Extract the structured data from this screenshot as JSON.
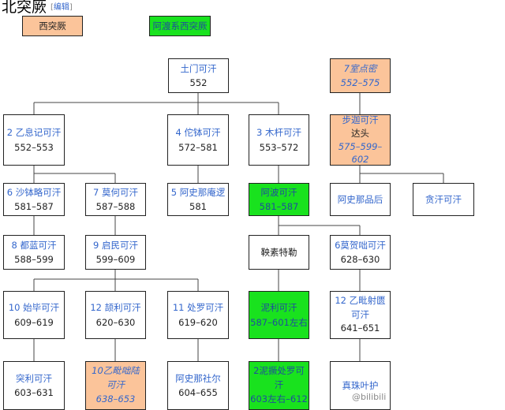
{
  "page": {
    "title": "北突厥",
    "edit_open": "[",
    "edit_label": "编辑",
    "edit_close": "]"
  },
  "legend": {
    "west": "西突厥",
    "ashina_west": "阿渡系西突厥"
  },
  "nodes": {
    "tumen": {
      "name": "土门可汗",
      "years": "552"
    },
    "istami": {
      "name": "7室点密",
      "years": "552–575"
    },
    "yixiji": {
      "name": "2 乙息记可汗",
      "years": "552–553"
    },
    "taspar": {
      "name": "4 佗钵可汗",
      "years": "572–581"
    },
    "muhan": {
      "name": "3 木杆可汗",
      "years": "553–572"
    },
    "tardu": {
      "name": "步迦可汗",
      "sub": "达头",
      "years": "575–599–602"
    },
    "shabolue": {
      "name": "6 沙钵略可汗",
      "years": "581–587"
    },
    "mohe": {
      "name": "7 莫何可汗",
      "years": "587–588"
    },
    "anluo": {
      "name": "5 阿史那庵逻",
      "years": "581"
    },
    "apo": {
      "name": "阿波可汗",
      "years": "581–587"
    },
    "pinhuang": {
      "name": "阿史那品后"
    },
    "tanhan": {
      "name": "贪汗可汗"
    },
    "dulan": {
      "name": "8 都蓝可汗",
      "years": "588–599"
    },
    "qimin": {
      "name": "9 启民可汗",
      "years": "599–609"
    },
    "yangsu": {
      "name": "鞅素特勒"
    },
    "mohedu": {
      "name": "6莫贺咄可汗",
      "years": "628–630"
    },
    "shibi": {
      "name": "10 始毕可汗",
      "years": "609–619"
    },
    "xieli": {
      "name": "12 颉利可汗",
      "years": "620–630"
    },
    "chuluo": {
      "name": "11 处罗可汗",
      "years": "619–620"
    },
    "nili": {
      "name": "泥利可汗",
      "years": "587–601左右"
    },
    "yipishegui": {
      "name": "12 乙毗射匮可汗",
      "years": "641–651"
    },
    "tuli": {
      "name": "突利可汗",
      "years": "603–631"
    },
    "yibidu": {
      "name": "10乙毗咄陆可汗",
      "years": "638–653"
    },
    "shenier": {
      "name": "阿史那社尔",
      "years": "604–655"
    },
    "chuluo2": {
      "name": "2泥撅处罗可汗",
      "years": "603左右–612"
    },
    "zhenzhu": {
      "name": "真珠叶护"
    }
  },
  "watermark": "@bilibili"
}
